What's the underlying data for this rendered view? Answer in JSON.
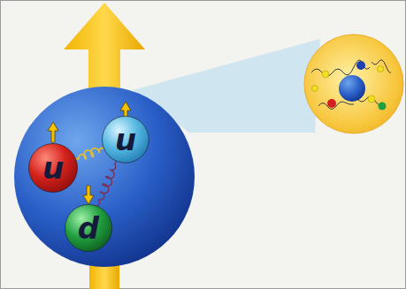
{
  "diagram": {
    "nodes": [
      {
        "text": [
          "u"
        ]
      },
      {
        "text": [
          "u"
        ]
      },
      {
        "text": [
          "d"
        ]
      }
    ],
    "edges": [
      {
        "from": 0,
        "to": 1,
        "arrow": "none"
      },
      {
        "from": 1,
        "to": 2,
        "arrow": "none"
      }
    ]
  }
}
